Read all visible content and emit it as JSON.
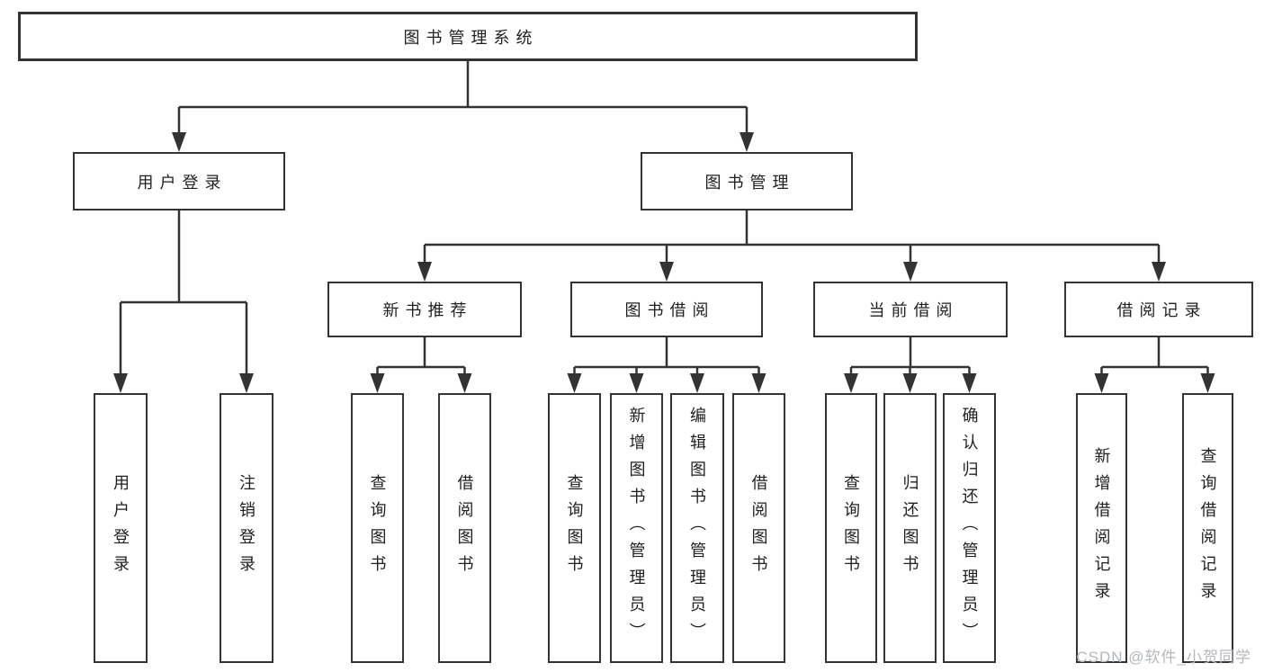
{
  "tree": {
    "root": "图书管理系统",
    "children": [
      {
        "label": "用户登录",
        "children": [
          "用户登录",
          "注销登录"
        ]
      },
      {
        "label": "图书管理",
        "children": [
          {
            "label": "新书推荐",
            "children": [
              "查询图书",
              "借阅图书"
            ]
          },
          {
            "label": "图书借阅",
            "children": [
              "查询图书",
              "新增图书（管理员）",
              "编辑图书（管理员）",
              "借阅图书"
            ]
          },
          {
            "label": "当前借阅",
            "children": [
              "查询图书",
              "归还图书",
              "确认归还（管理员）"
            ]
          },
          {
            "label": "借阅记录",
            "children": [
              "新增借阅记录",
              "查询借阅记录"
            ]
          }
        ]
      }
    ]
  },
  "watermark": "CSDN @软件_小贺同学",
  "colors": {
    "line": "#333333",
    "text": "#1f1f1f",
    "watermark": "#b4b8bd",
    "background": "#ffffff"
  }
}
